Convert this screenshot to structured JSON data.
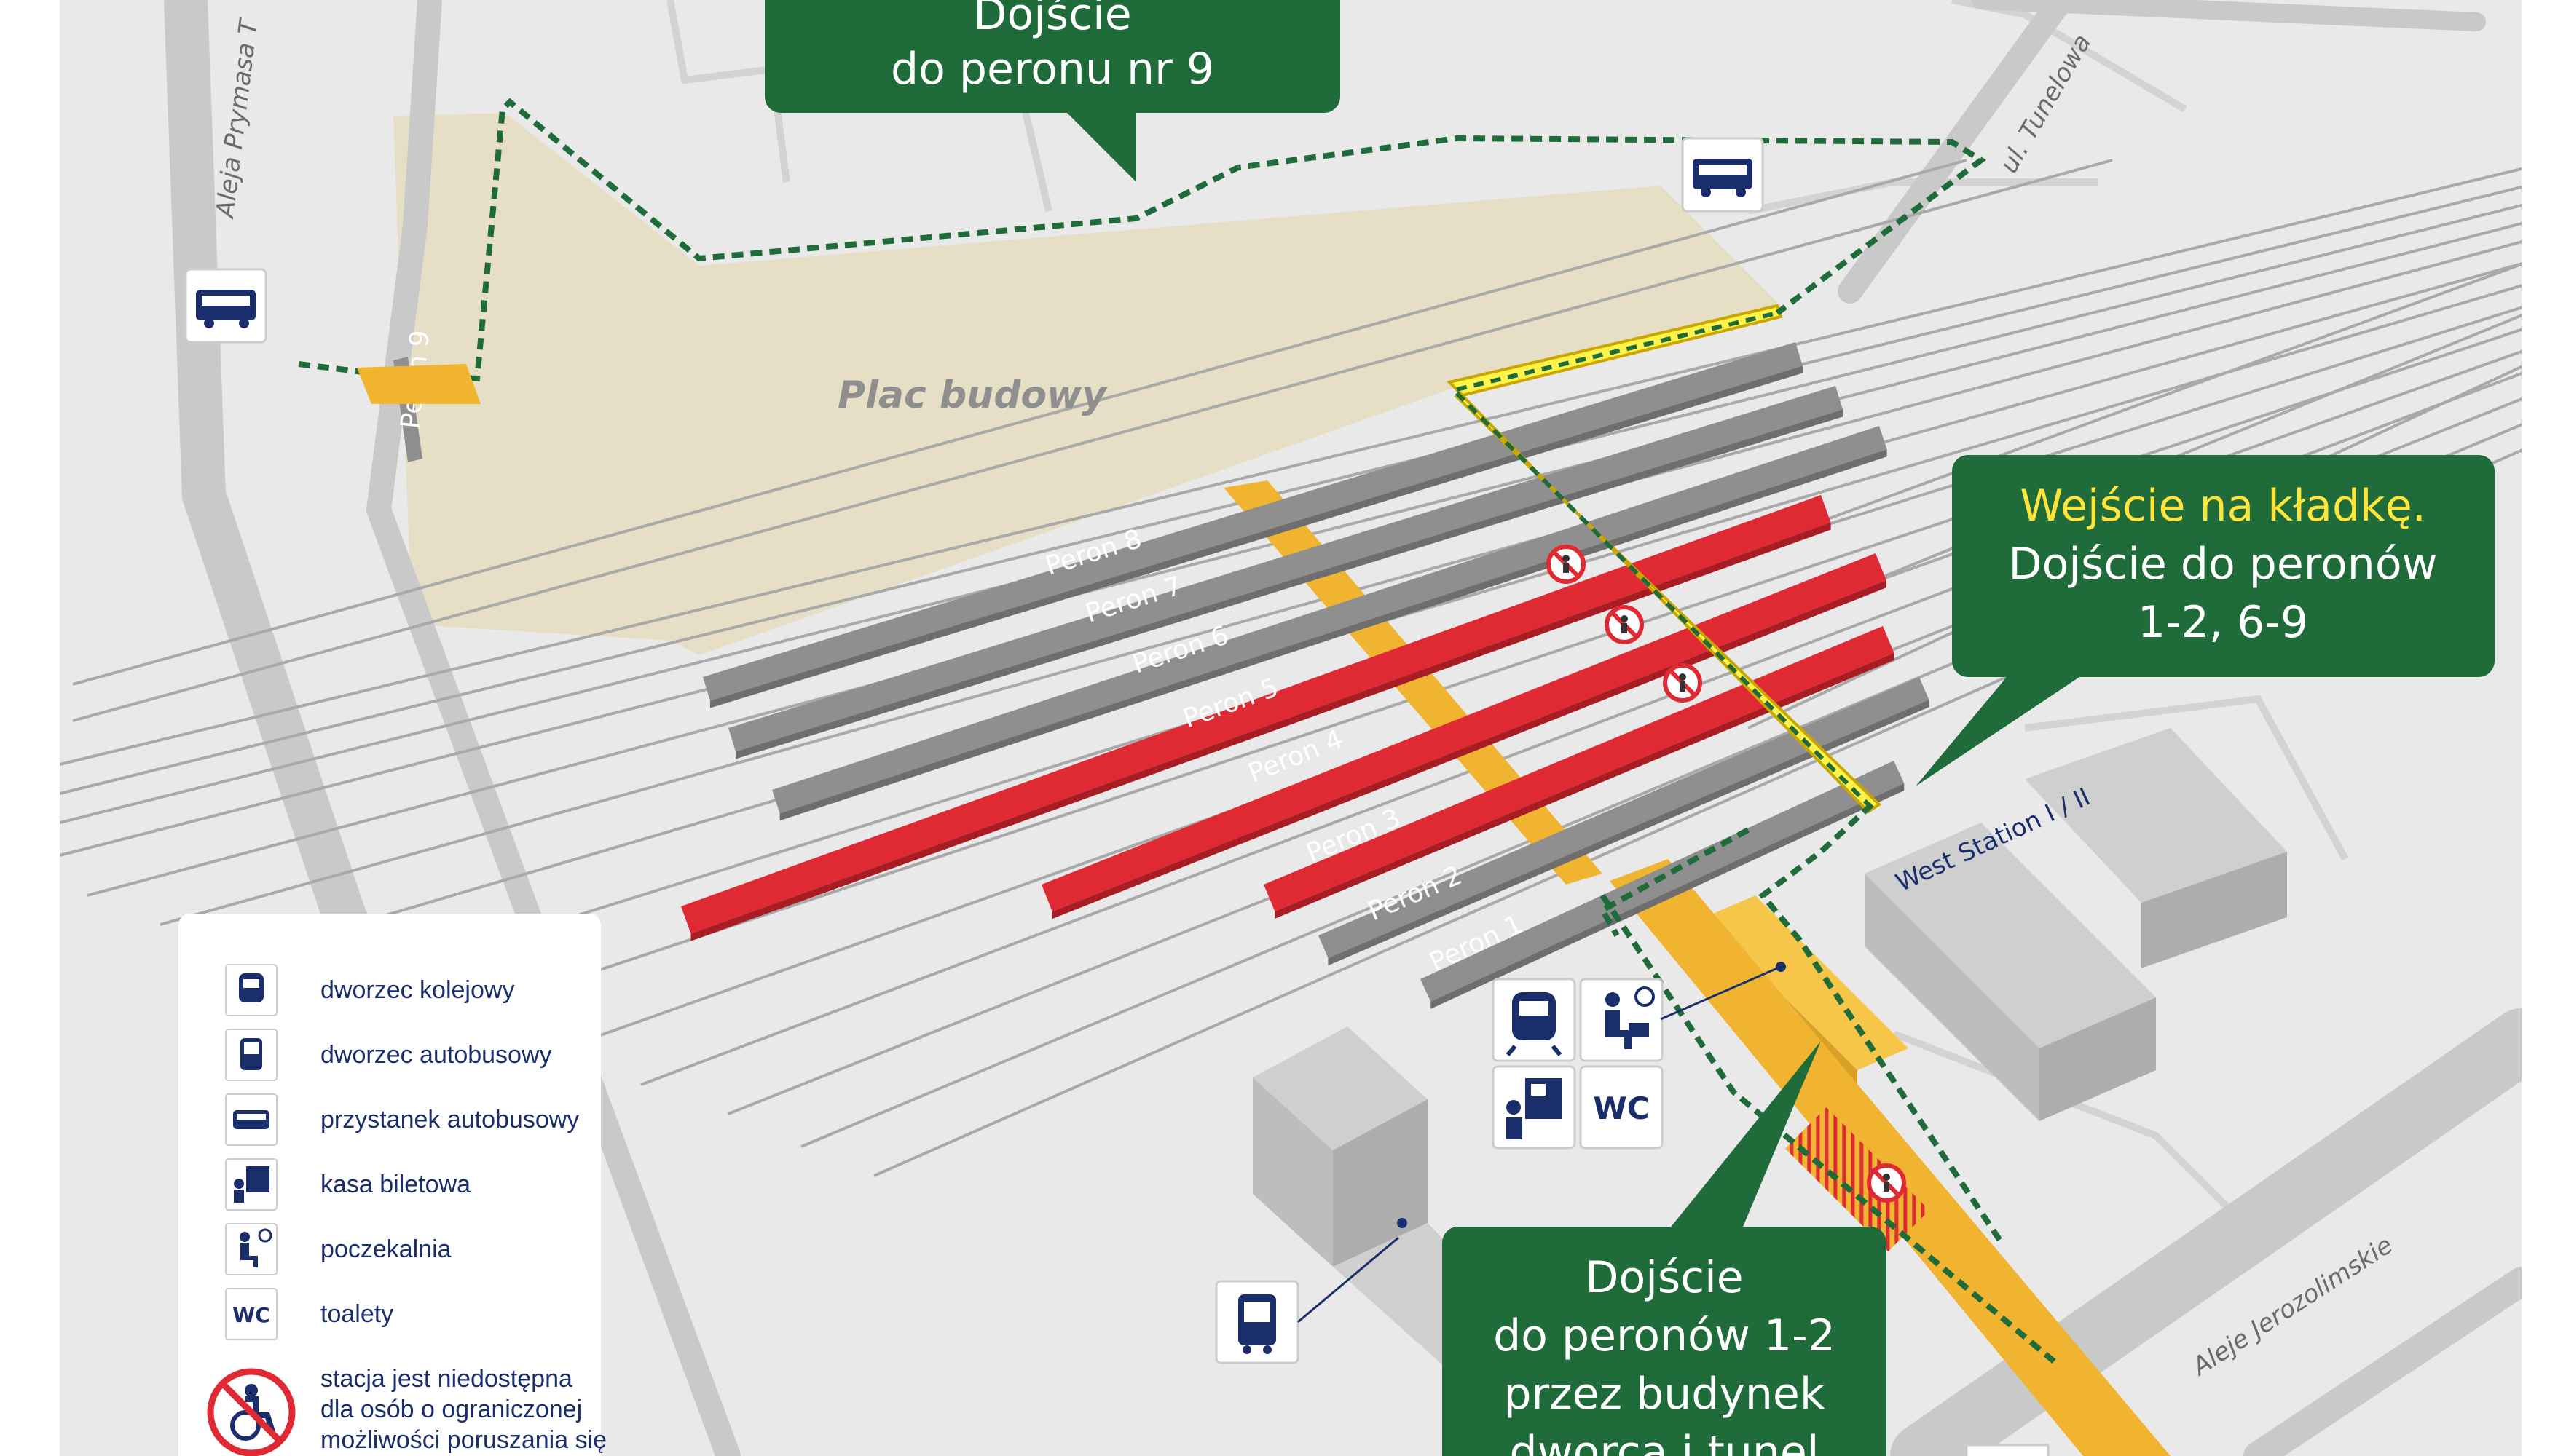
{
  "colors": {
    "background": "#e9e9e9",
    "roads": "#c9c9c9",
    "rails": "#a9a9a9",
    "construction_site": "#e6dfc6",
    "platform_open": "#8f8f8f",
    "platform_closed": "#e02a33",
    "tunnel": "#f0b431",
    "footbridge": "#fff34a",
    "route": "#1f6b3a",
    "callout": "#1f6b3a",
    "callout_highlight": "#ffe53b",
    "icon_navy": "#1a2e6b"
  },
  "roads": {
    "prymasa": "Aleja Prymasa T",
    "tunelowa": "ul. Tunelowa",
    "jerozolimskie": "Aleje Jerozolimskie"
  },
  "site_label": "Plac budowy",
  "platforms": [
    {
      "label": "Peron 9",
      "status": "open"
    },
    {
      "label": "Peron 8",
      "status": "open"
    },
    {
      "label": "Peron 7",
      "status": "open"
    },
    {
      "label": "Peron 6",
      "status": "open"
    },
    {
      "label": "Peron 5",
      "status": "closed"
    },
    {
      "label": "Peron 4",
      "status": "closed"
    },
    {
      "label": "Peron 3",
      "status": "closed"
    },
    {
      "label": "Peron 2",
      "status": "open"
    },
    {
      "label": "Peron 1",
      "status": "open"
    }
  ],
  "buildings": {
    "west_station": "West Station I / II"
  },
  "callouts": {
    "peron9": {
      "line1": "Dojście",
      "line2": "do peronu nr 9"
    },
    "footbridge": {
      "line1": "Wejście na kładkę.",
      "line2": "Dojście do peronów",
      "line3": "1-2, 6-9"
    },
    "tunnel": {
      "line1": "Dojście",
      "line2": "do peronów 1-2",
      "line3": "przez budynek",
      "line4": "dworca i tunel"
    }
  },
  "station_icons": {
    "wc": "WC"
  },
  "legend": {
    "items": [
      {
        "icon": "train-station-icon",
        "label": "dworzec kolejowy"
      },
      {
        "icon": "bus-station-icon",
        "label": "dworzec autobusowy"
      },
      {
        "icon": "bus-stop-icon",
        "label": "przystanek autobusowy"
      },
      {
        "icon": "ticket-office-icon",
        "label": "kasa biletowa"
      },
      {
        "icon": "waiting-room-icon",
        "label": "poczekalnia"
      },
      {
        "icon": "wc-icon",
        "label": "toalety",
        "badge": "WC"
      }
    ],
    "accessibility_lines": [
      "stacja jest niedostępna",
      "dla osób o ograniczonej",
      "możliwości poruszania się"
    ]
  }
}
